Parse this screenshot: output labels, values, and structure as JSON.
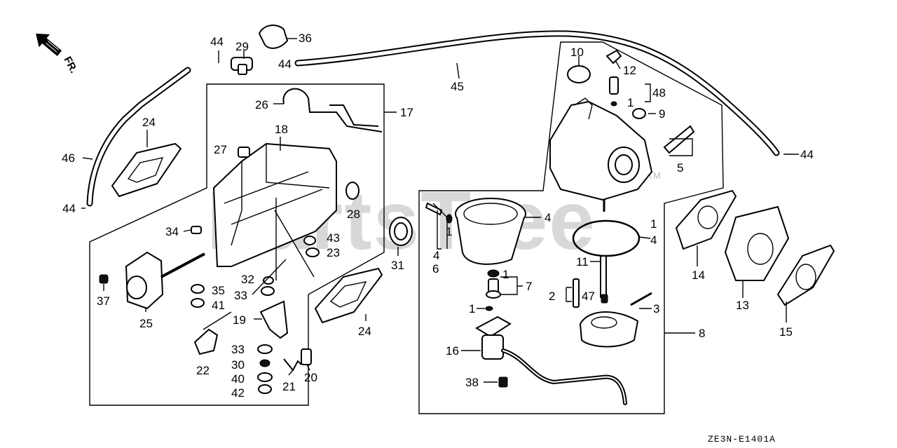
{
  "watermark": {
    "text": "PartsTree",
    "tm": "TM"
  },
  "direction_marker": {
    "label": "FR."
  },
  "diagram_code": "ZE3N-E1401A",
  "callouts": [
    {
      "id": "c44a",
      "text": "44"
    },
    {
      "id": "c29",
      "text": "29"
    },
    {
      "id": "c36",
      "text": "36"
    },
    {
      "id": "c44b",
      "text": "44"
    },
    {
      "id": "c45",
      "text": "45"
    },
    {
      "id": "c10",
      "text": "10"
    },
    {
      "id": "c12",
      "text": "12"
    },
    {
      "id": "c48",
      "text": "48"
    },
    {
      "id": "c1a",
      "text": "1"
    },
    {
      "id": "c9",
      "text": "9"
    },
    {
      "id": "c5",
      "text": "5"
    },
    {
      "id": "c44c",
      "text": "44"
    },
    {
      "id": "c24a",
      "text": "24"
    },
    {
      "id": "c46",
      "text": "46"
    },
    {
      "id": "c44d",
      "text": "44"
    },
    {
      "id": "c26",
      "text": "26"
    },
    {
      "id": "c17",
      "text": "17"
    },
    {
      "id": "c18",
      "text": "18"
    },
    {
      "id": "c27",
      "text": "27"
    },
    {
      "id": "c28",
      "text": "28"
    },
    {
      "id": "c34",
      "text": "34"
    },
    {
      "id": "c43",
      "text": "43"
    },
    {
      "id": "c23",
      "text": "23"
    },
    {
      "id": "c37",
      "text": "37"
    },
    {
      "id": "c25",
      "text": "25"
    },
    {
      "id": "c32",
      "text": "32"
    },
    {
      "id": "c35",
      "text": "35"
    },
    {
      "id": "c33a",
      "text": "33"
    },
    {
      "id": "c41",
      "text": "41"
    },
    {
      "id": "c19",
      "text": "19"
    },
    {
      "id": "c22",
      "text": "22"
    },
    {
      "id": "c33b",
      "text": "33"
    },
    {
      "id": "c30",
      "text": "30"
    },
    {
      "id": "c40",
      "text": "40"
    },
    {
      "id": "c42",
      "text": "42"
    },
    {
      "id": "c21",
      "text": "21"
    },
    {
      "id": "c20",
      "text": "20"
    },
    {
      "id": "c31",
      "text": "31"
    },
    {
      "id": "c24b",
      "text": "24"
    },
    {
      "id": "c4a",
      "text": "4"
    },
    {
      "id": "c1b",
      "text": "1"
    },
    {
      "id": "c4b",
      "text": "4"
    },
    {
      "id": "c6",
      "text": "6"
    },
    {
      "id": "c1c",
      "text": "1"
    },
    {
      "id": "c4c",
      "text": "4"
    },
    {
      "id": "c11",
      "text": "11"
    },
    {
      "id": "c7",
      "text": "7"
    },
    {
      "id": "c1d",
      "text": "1"
    },
    {
      "id": "c2",
      "text": "2"
    },
    {
      "id": "c47",
      "text": "47"
    },
    {
      "id": "c1e",
      "text": "1"
    },
    {
      "id": "c3",
      "text": "3"
    },
    {
      "id": "c16",
      "text": "16"
    },
    {
      "id": "c8",
      "text": "8"
    },
    {
      "id": "c38",
      "text": "38"
    },
    {
      "id": "c14",
      "text": "14"
    },
    {
      "id": "c13",
      "text": "13"
    },
    {
      "id": "c15",
      "text": "15"
    }
  ]
}
